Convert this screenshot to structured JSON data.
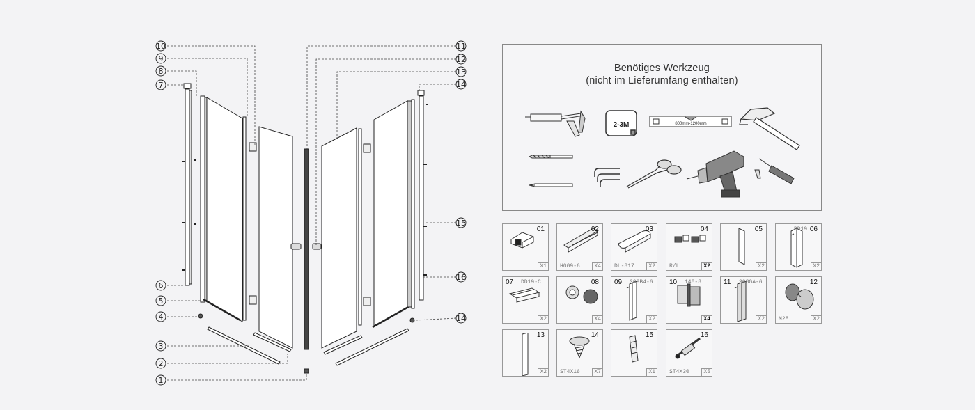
{
  "callouts_left": [
    "10",
    "9",
    "8",
    "7",
    "6",
    "5",
    "4",
    "3",
    "2",
    "1"
  ],
  "callouts_right": [
    "11",
    "12",
    "13",
    "14",
    "15",
    "16",
    "14"
  ],
  "tools": {
    "title_line1": "Benötiges Werkzeug",
    "title_line2": "(nicht im Lieferumfang enthalten)",
    "items": [
      {
        "icon": "caulking-gun-icon"
      },
      {
        "icon": "tape-measure-icon",
        "label": "2-3M"
      },
      {
        "icon": "spirit-level-icon",
        "label": "800mm-1200mm"
      },
      {
        "icon": "hammer-icon"
      },
      {
        "icon": "drill-bit-icon"
      },
      {
        "icon": "hex-key-icon"
      },
      {
        "icon": "scissors-icon"
      },
      {
        "icon": "cordless-drill-icon"
      },
      {
        "icon": "screwdriver-icon"
      },
      {
        "icon": "pencil-icon"
      }
    ]
  },
  "parts": [
    {
      "num": "01",
      "code": "",
      "qty": "X1",
      "icon": "corner-bracket-icon"
    },
    {
      "num": "02",
      "code": "H009-6",
      "qty": "X4",
      "icon": "profile-rail-icon"
    },
    {
      "num": "03",
      "code": "DL-817",
      "qty": "X2",
      "icon": "seal-strip-icon"
    },
    {
      "num": "04",
      "code": "R/L",
      "qty": "X2",
      "icon": "hinge-blocks-icon"
    },
    {
      "num": "05",
      "code": "",
      "qty": "X2",
      "icon": "panel-strip-icon"
    },
    {
      "num": "06",
      "code": "DD19",
      "qty": "X2",
      "icon": "u-channel-icon"
    },
    {
      "num": "07",
      "code": "DD19-C",
      "qty": "X2",
      "icon": "channel-cap-icon"
    },
    {
      "num": "08",
      "code": "",
      "qty": "X4",
      "icon": "end-caps-icon"
    },
    {
      "num": "09",
      "code": "309B4-6",
      "qty": "X2",
      "icon": "wall-profile-icon"
    },
    {
      "num": "10",
      "code": "140-8",
      "qty": "X4",
      "icon": "glass-hinge-icon"
    },
    {
      "num": "11",
      "code": "308GA-6",
      "qty": "X2",
      "icon": "magnetic-profile-icon"
    },
    {
      "num": "12",
      "code": "M28",
      "qty": "X2",
      "icon": "knob-handle-icon"
    },
    {
      "num": "13",
      "code": "",
      "qty": "X2",
      "icon": "flat-strip-icon"
    },
    {
      "num": "14",
      "code": "ST4X16",
      "qty": "X7",
      "icon": "screw-head-icon"
    },
    {
      "num": "15",
      "code": "",
      "qty": "X1",
      "icon": "wall-plug-icon"
    },
    {
      "num": "16",
      "code": "ST4X30",
      "qty": "X5",
      "icon": "dowel-screw-icon"
    }
  ]
}
